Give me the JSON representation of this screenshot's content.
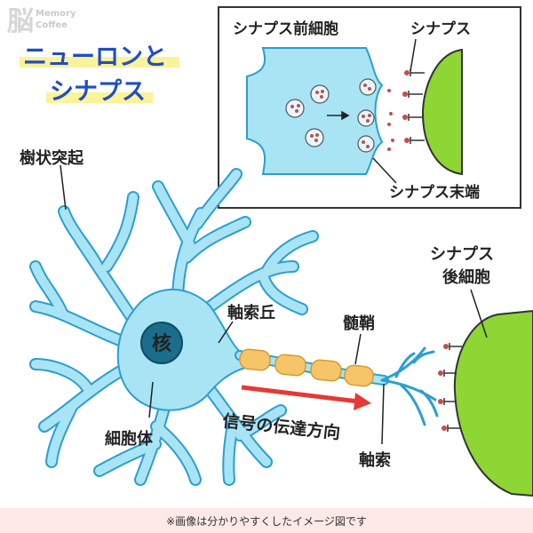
{
  "watermark": {
    "line1": "Memory",
    "line2": "Coffee"
  },
  "title": {
    "line1": "ニューロンと",
    "line2": "シナプス"
  },
  "labels": {
    "dendrite": "樹状突起",
    "nucleus": "核",
    "cell_body": "細胞体",
    "axon_hillock": "軸索丘",
    "myelin": "髄鞘",
    "axon": "軸索",
    "signal_direction": "信号の伝達方向",
    "postsynaptic_line1": "シナプス",
    "postsynaptic_line2": "後細胞"
  },
  "inset": {
    "presynaptic": "シナプス前細胞",
    "synapse": "シナプス",
    "terminal": "シナプス末端"
  },
  "footer": {
    "note": "※画像は分かりやすくしたイメージ図です"
  },
  "colors": {
    "neuron": "#a9e4f5",
    "neuron_outline": "#2a9fd0",
    "nucleus": "#1a6e8c",
    "myelin": "#f6c56a",
    "post_cell": "#8ed634",
    "arrow": "#e53935",
    "footer_bg": "#fde9e7",
    "highlight": "#fbf29a"
  }
}
